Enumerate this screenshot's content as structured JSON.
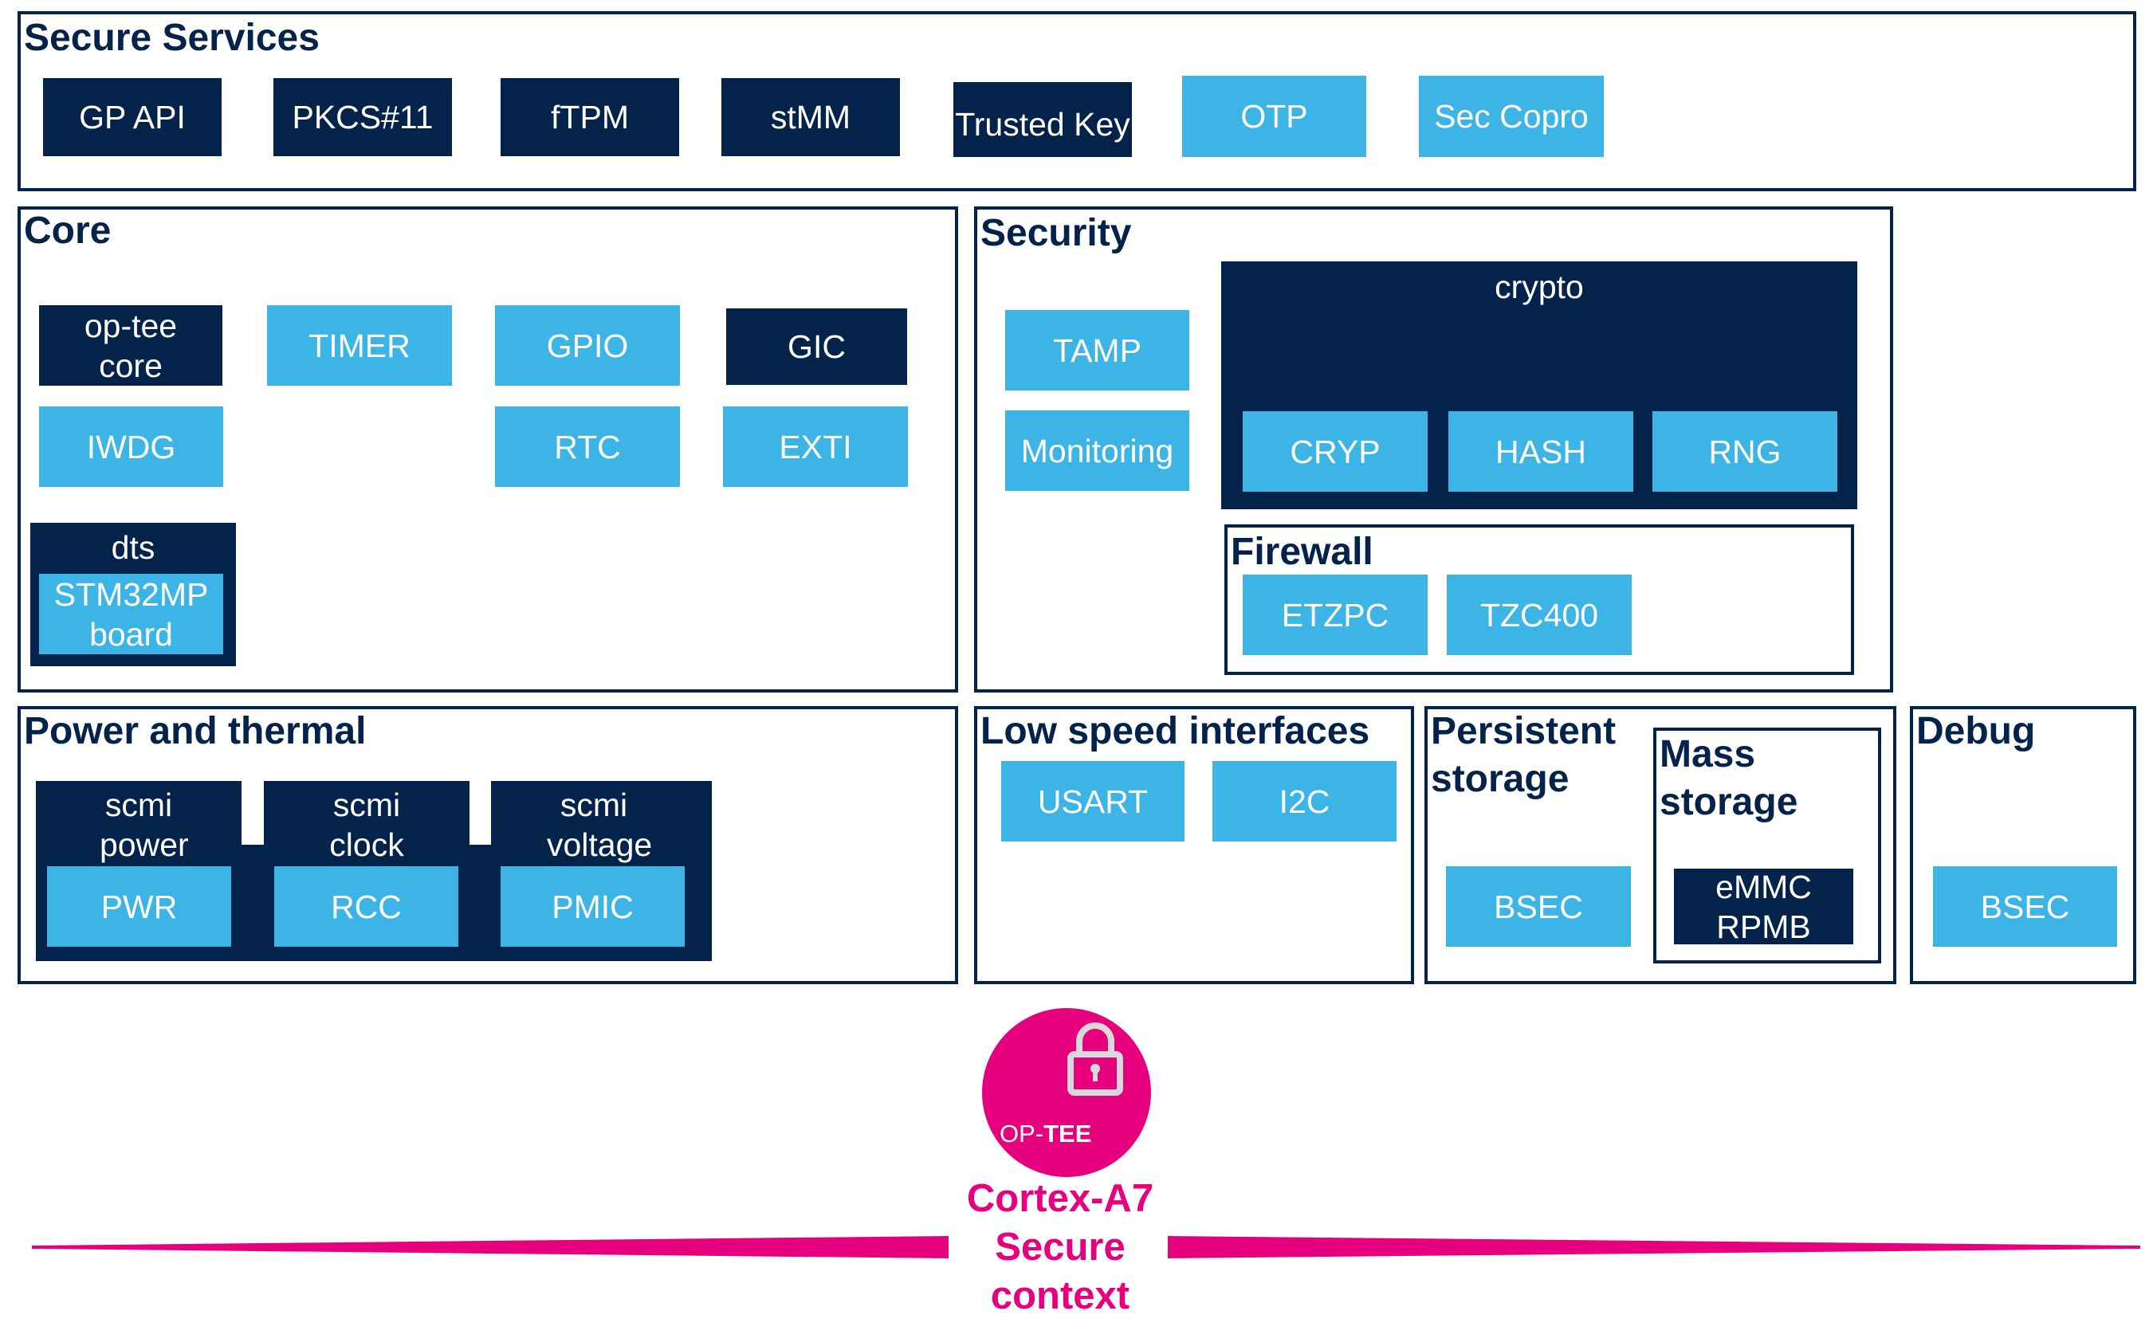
{
  "secure_services": {
    "title": "Secure Services",
    "items": [
      "GP API",
      "PKCS#11",
      "fTPM",
      "stMM",
      "Trusted Key",
      "OTP",
      "Sec Copro"
    ]
  },
  "core": {
    "title": "Core",
    "optee_core": "op-tee core",
    "timer": "TIMER",
    "gpio": "GPIO",
    "gic": "GIC",
    "iwdg": "IWDG",
    "rtc": "RTC",
    "exti": "EXTI",
    "dts_label": "dts",
    "board": "STM32MP board"
  },
  "security": {
    "title": "Security",
    "tamp": "TAMP",
    "monitoring": "Monitoring",
    "crypto_label": "crypto",
    "cryp": "CRYP",
    "hash": "HASH",
    "rng": "RNG",
    "firewall_title": "Firewall",
    "etzpc": "ETZPC",
    "tzc400": "TZC400"
  },
  "power": {
    "title": "Power and thermal",
    "scmi_power": "scmi power",
    "pwr": "PWR",
    "scmi_clock": "scmi clock",
    "rcc": "RCC",
    "scmi_voltage": "scmi voltage",
    "pmic": "PMIC"
  },
  "low_speed": {
    "title": "Low speed interfaces",
    "usart": "USART",
    "i2c": "I2C"
  },
  "persistent": {
    "title": "Persistent storage",
    "bsec": "BSEC",
    "mass_title": "Mass storage",
    "emmc": "eMMC RPMB"
  },
  "debug": {
    "title": "Debug",
    "bsec": "BSEC"
  },
  "badge": {
    "label_op": "OP-",
    "label_tee": "TEE",
    "icon": "padlock-icon"
  },
  "context": {
    "line1": "Cortex-A7",
    "line2": "Secure",
    "line3": "context"
  },
  "colors": {
    "dark_blue": "#03234b",
    "light_blue": "#3cb4e6",
    "magenta": "#e6007e"
  }
}
